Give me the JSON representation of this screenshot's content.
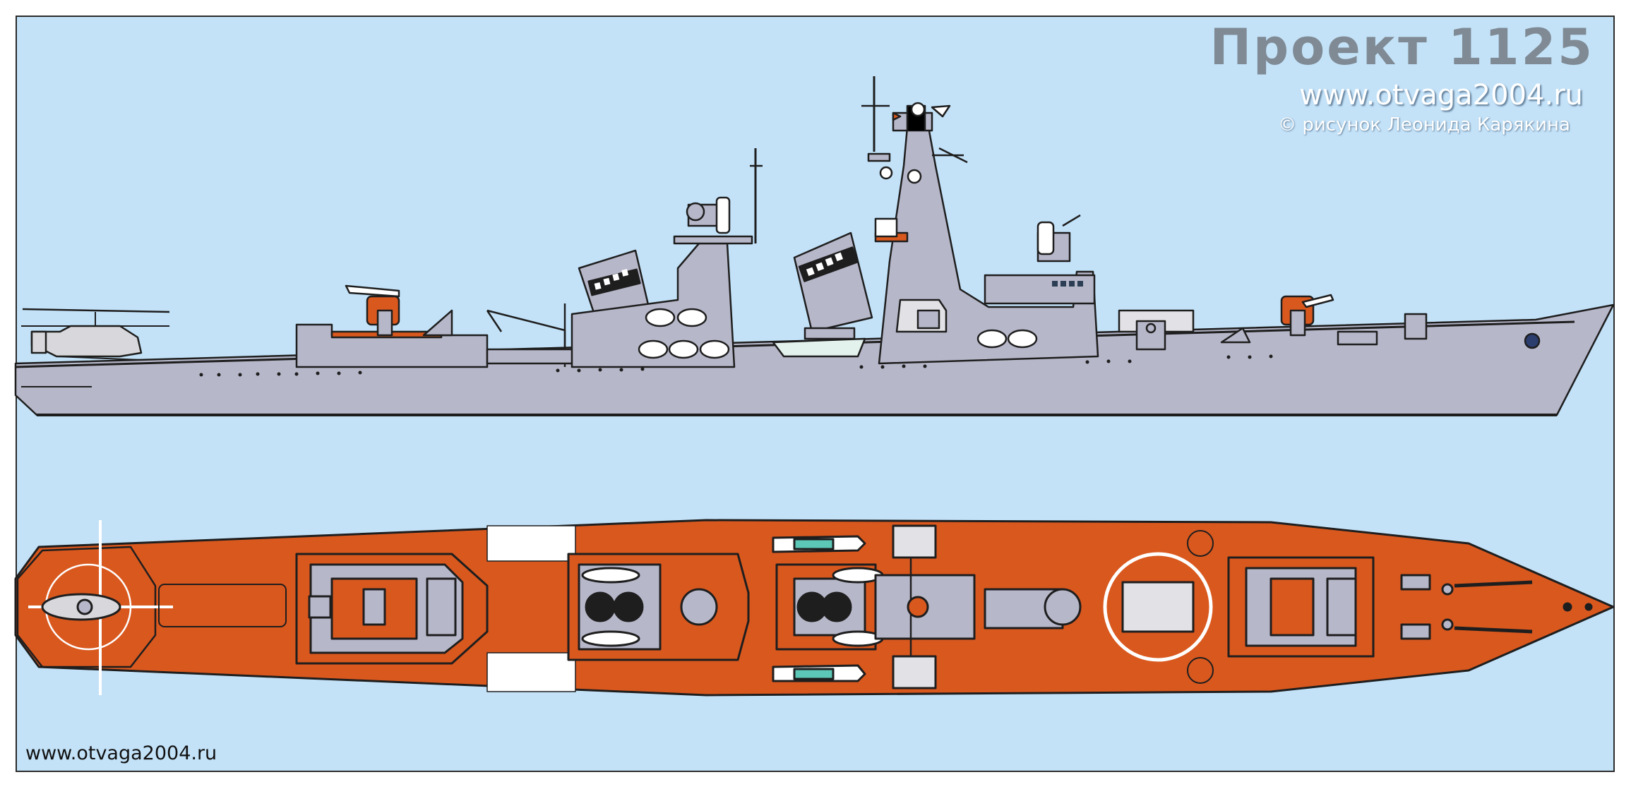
{
  "header": {
    "title": "Проект 1125",
    "site": "www.otvaga2004.ru",
    "credit": "© рисунок Леонида Карякина"
  },
  "footer": {
    "site": "www.otvaga2004.ru"
  },
  "colors": {
    "background": "#c3e2f8",
    "hull": "#b6b7c9",
    "deck": "#d9581e",
    "outline": "#1e1e1e"
  }
}
